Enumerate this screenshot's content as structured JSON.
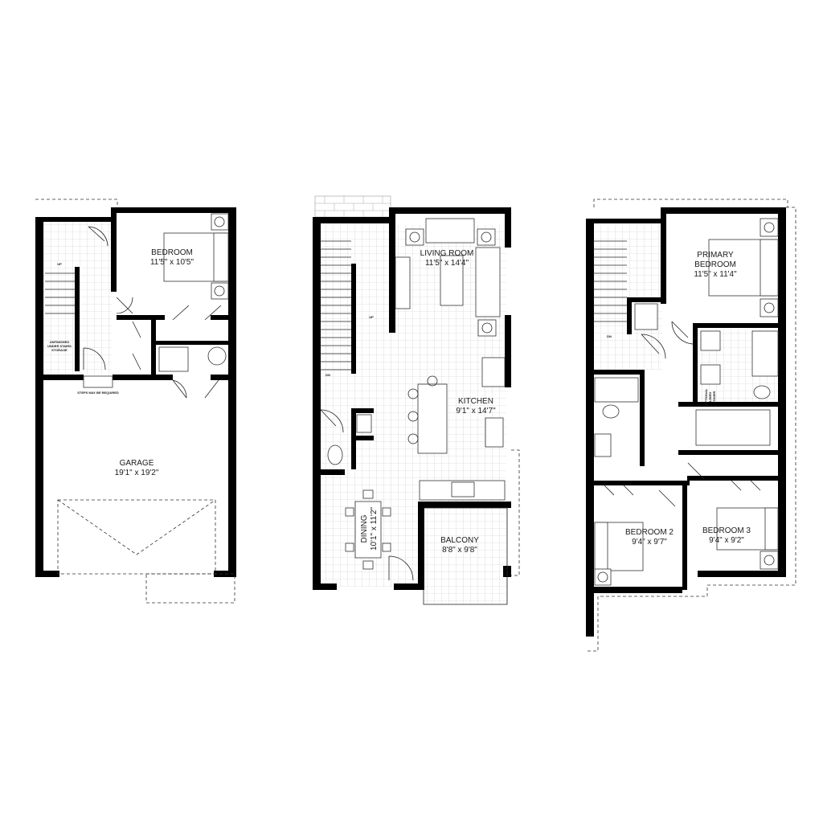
{
  "floors": {
    "lower": {
      "bedroom": {
        "name": "BEDROOM",
        "size": "11'5\" x 10'5\""
      },
      "garage": {
        "name": "GARAGE",
        "size": "19'1\" x 19'2\""
      },
      "storage": {
        "line1": "UNFINISHED",
        "line2": "UNDER STAIRS",
        "line3": "STORAGE"
      },
      "steps_note": "STEPS MAY BE REQUIRED",
      "stair_mark": "UP"
    },
    "main": {
      "living": {
        "name": "LIVING ROOM",
        "size": "11'5\" x 14'4\""
      },
      "kitchen": {
        "name": "KITCHEN",
        "size": "9'1\" x 14'7\""
      },
      "dining": {
        "name": "DINING",
        "size": "10'1\" x 11'2\""
      },
      "balcony": {
        "name": "BALCONY",
        "size": "8'8\" x 9'8\""
      },
      "stair_up": "UP",
      "stair_dn": "DN"
    },
    "upper": {
      "primary": {
        "line1": "PRIMARY",
        "line2": "BEDROOM",
        "size": "11'5\" x 11'4\""
      },
      "bedroom2": {
        "name": "BEDROOM 2",
        "size": "9'4\" x 9'7\""
      },
      "bedroom3": {
        "name": "BEDROOM 3",
        "size": "9'4\" x 9'2\""
      },
      "linen": {
        "line1": "OPTIONAL",
        "line2": "LINEN",
        "line3": "TOWER"
      },
      "stair_dn": "DN"
    }
  }
}
